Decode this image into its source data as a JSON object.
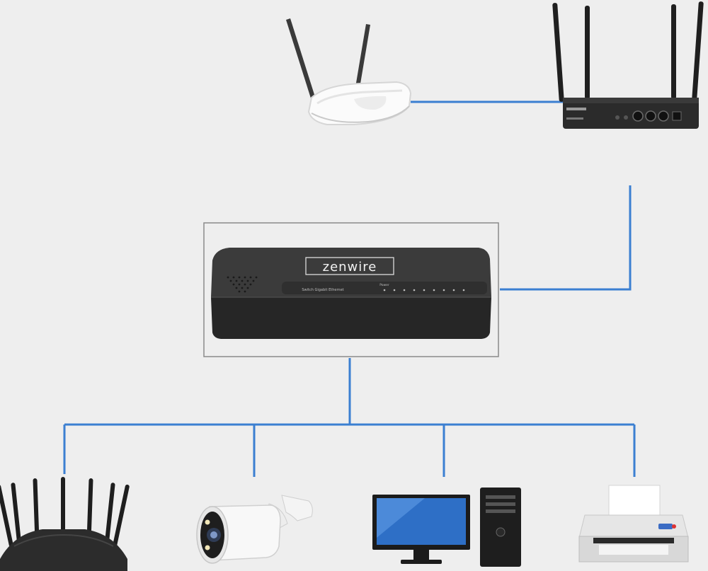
{
  "diagram": {
    "colors": {
      "background": "#eeeeee",
      "connector": "#3b7fd1",
      "device_dark": "#2a2a2a",
      "device_white": "#f7f7f7"
    },
    "switch": {
      "brand": "zenwire",
      "model_text": "Switch Gigabit Ethernet",
      "power_label": "Power",
      "port_count": 8
    },
    "devices": {
      "top_left": "wireless-router-white",
      "top_right": "wireless-router-black",
      "bottom": [
        "wifi-router-8-antenna",
        "security-camera",
        "desktop-computer",
        "printer"
      ]
    }
  }
}
